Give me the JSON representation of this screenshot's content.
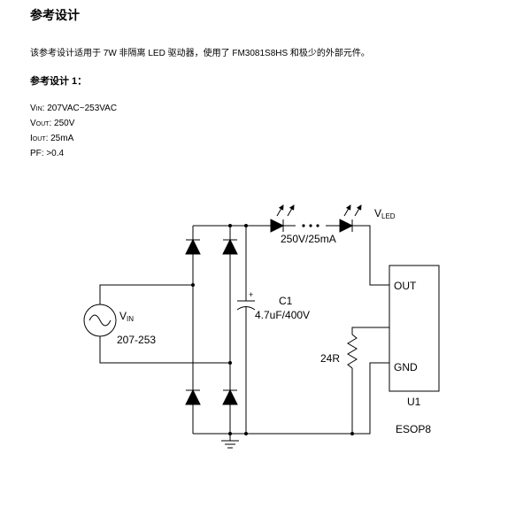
{
  "page": {
    "title": "参考设计",
    "intro": "该参考设计适用于 7W 非隔离 LED 驱动器，使用了 FM3081S8HS 和极少的外部元件。"
  },
  "design": {
    "heading": "参考设计 1：",
    "specs": [
      {
        "symbol": "V",
        "subscript": "IN",
        "value": ": 207VAC~253VAC"
      },
      {
        "symbol": "V",
        "subscript": "OUT",
        "value": ": 250V"
      },
      {
        "symbol": "I",
        "subscript": "OUT",
        "value": ": 25mA"
      },
      {
        "symbol": "PF",
        "value": ": >0.4"
      }
    ]
  },
  "schematic": {
    "source": {
      "symbol": "V",
      "subscript": "IN",
      "range": "207-253"
    },
    "capacitor": {
      "polarity_mark": "+",
      "ref": "C1",
      "value": "4.7uF/400V"
    },
    "led_string": {
      "rating": "250V/25mA",
      "symbol": "V",
      "subscript": "LED"
    },
    "resistor": {
      "value": "24R"
    },
    "ic": {
      "pin_out": "OUT",
      "pin_gnd": "GND",
      "ref": "U1",
      "package": "ESOP8"
    }
  }
}
